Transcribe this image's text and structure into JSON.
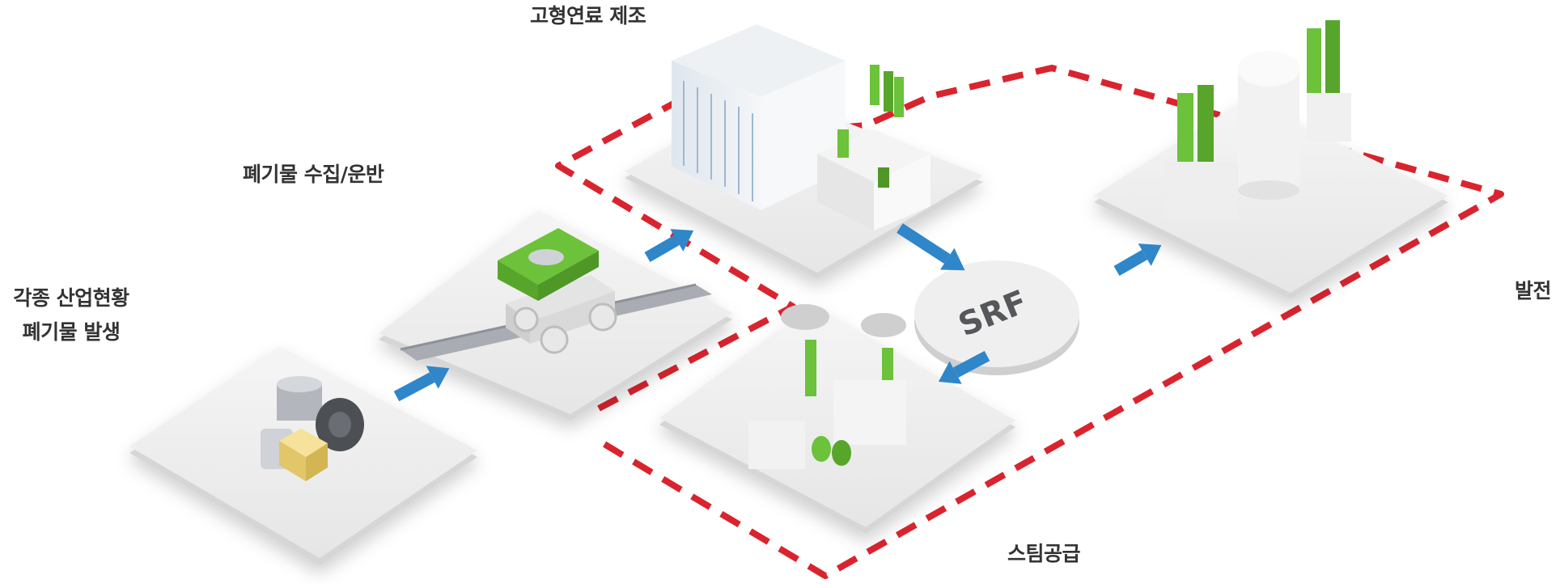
{
  "labels": {
    "waste_generation_line1": "각종 산업현황",
    "waste_generation_line2": "폐기물 발생",
    "collection_transport": "폐기물 수집/운반",
    "srf_manufacturing": "고형연료 제조",
    "steam_supply": "스팀공급",
    "power_generation": "발전"
  },
  "srf_badge": "SRF",
  "colors": {
    "tile": "#ededed",
    "tile_edge": "#d4d4d4",
    "accent_green": "#6cc23a",
    "flow_arrow": "#2f86c9",
    "boundary_dash": "#d9242e",
    "text": "#333333"
  }
}
